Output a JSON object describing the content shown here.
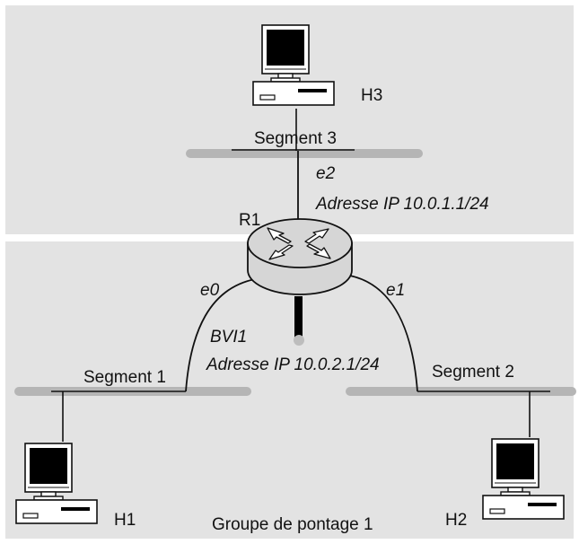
{
  "zones": {
    "upper_color": "#e3e3e3",
    "lower_color": "#e3e3e3",
    "divider_color": "#ffffff"
  },
  "hosts": {
    "h1": "H1",
    "h2": "H2",
    "h3": "H3"
  },
  "router": {
    "name": "R1",
    "body_color": "#d6d6d6"
  },
  "interfaces": {
    "e0": "e0",
    "e1": "e1",
    "e2": "e2",
    "bvi": "BVI1"
  },
  "addresses": {
    "e2_ip": "Adresse IP 10.0.1.1/24",
    "bvi_ip": "Adresse IP 10.0.2.1/24"
  },
  "segments": {
    "s1": "Segment 1",
    "s2": "Segment 2",
    "s3": "Segment 3",
    "bar_color": "#b5b5b5"
  },
  "bridge_group": "Groupe de pontage 1"
}
